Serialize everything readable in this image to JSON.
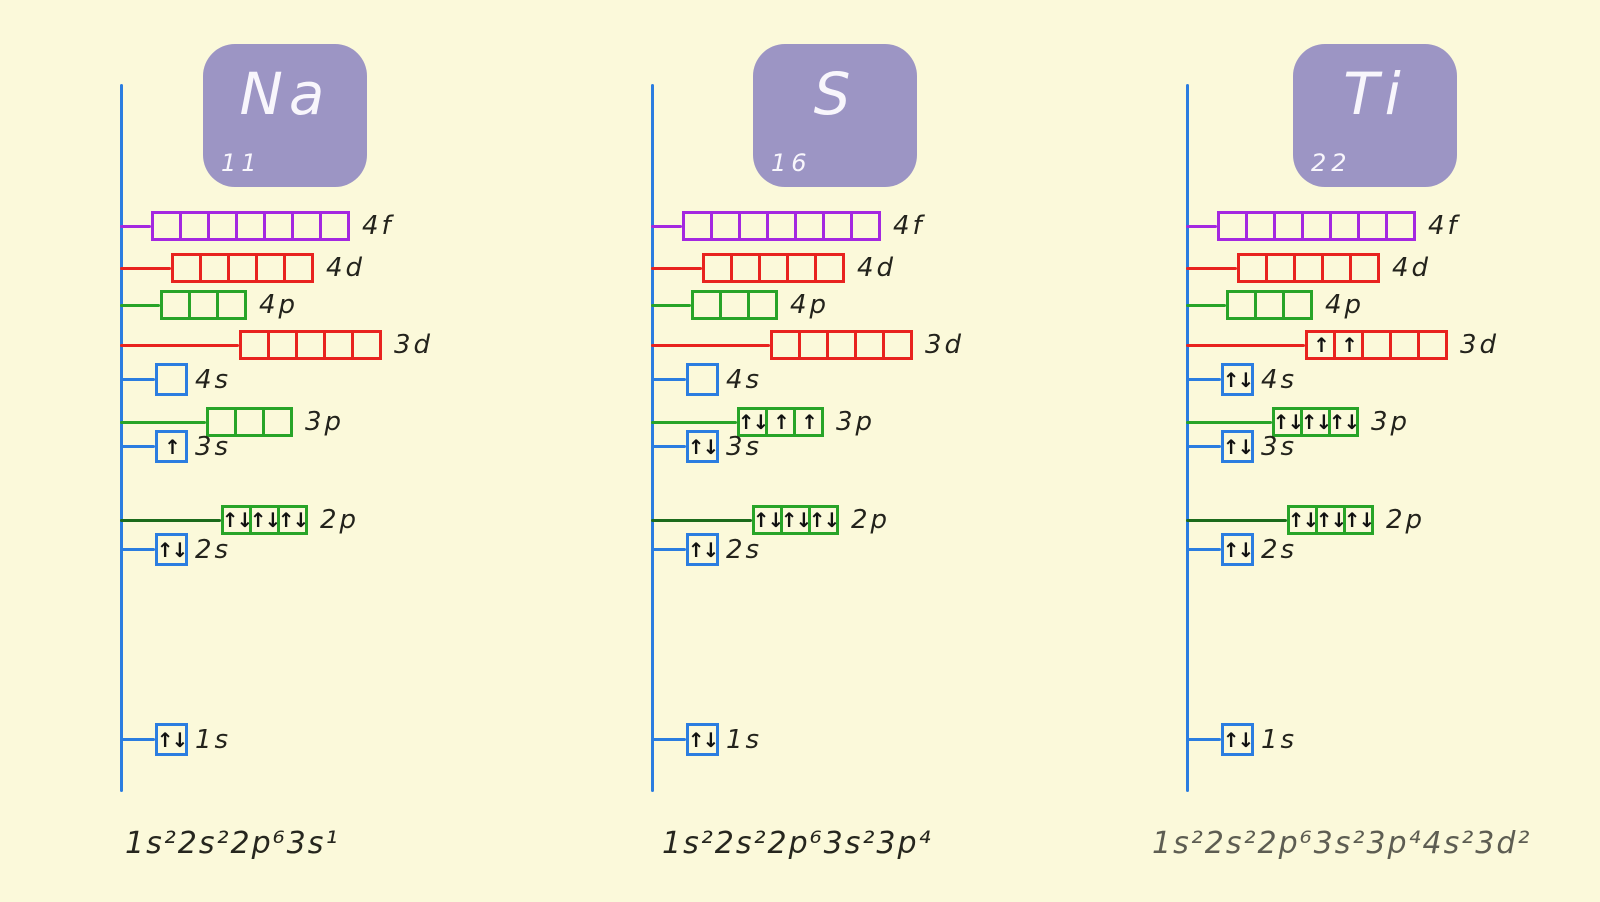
{
  "title": "Electron configuration energy level diagrams",
  "colors": {
    "background": "#FBF9DA",
    "axis_blue": "#2B7DE0",
    "s_blue": "#2B7DE0",
    "p_green": "#28A428",
    "p_dark_green": "#1B6B1B",
    "d_red": "#E8231F",
    "f_purple": "#A428E0",
    "tile_fill": "#9C95C4",
    "tile_text": "#F8F6FC",
    "label_text": "#23231C",
    "arrow_black": "#111111"
  },
  "elements": [
    {
      "symbol": "Na",
      "atomic_number": "11",
      "configuration": "1s²2s²2p⁶3s¹",
      "configuration_color": "#26261E",
      "orbitals": [
        {
          "label": "4f",
          "boxes": [
            "",
            "",
            "",
            "",
            "",
            "",
            ""
          ]
        },
        {
          "label": "4d",
          "boxes": [
            "",
            "",
            "",
            "",
            ""
          ]
        },
        {
          "label": "4p",
          "boxes": [
            "",
            "",
            ""
          ]
        },
        {
          "label": "3d",
          "boxes": [
            "",
            "",
            "",
            "",
            ""
          ]
        },
        {
          "label": "4s",
          "boxes": [
            ""
          ]
        },
        {
          "label": "3p",
          "boxes": [
            "",
            "",
            ""
          ]
        },
        {
          "label": "3s",
          "boxes": [
            "↑"
          ]
        },
        {
          "label": "2p",
          "boxes": [
            "↑↓",
            "↑↓",
            "↑↓"
          ]
        },
        {
          "label": "2s",
          "boxes": [
            "↑↓"
          ]
        },
        {
          "label": "1s",
          "boxes": [
            "↑↓"
          ]
        }
      ]
    },
    {
      "symbol": "S",
      "atomic_number": "16",
      "configuration": "1s²2s²2p⁶3s²3p⁴",
      "configuration_color": "#26261E",
      "orbitals": [
        {
          "label": "4f",
          "boxes": [
            "",
            "",
            "",
            "",
            "",
            "",
            ""
          ]
        },
        {
          "label": "4d",
          "boxes": [
            "",
            "",
            "",
            "",
            ""
          ]
        },
        {
          "label": "4p",
          "boxes": [
            "",
            "",
            ""
          ]
        },
        {
          "label": "3d",
          "boxes": [
            "",
            "",
            "",
            "",
            ""
          ]
        },
        {
          "label": "4s",
          "boxes": [
            ""
          ]
        },
        {
          "label": "3p",
          "boxes": [
            "↑↓",
            "↑",
            "↑"
          ]
        },
        {
          "label": "3s",
          "boxes": [
            "↑↓"
          ]
        },
        {
          "label": "2p",
          "boxes": [
            "↑↓",
            "↑↓",
            "↑↓"
          ]
        },
        {
          "label": "2s",
          "boxes": [
            "↑↓"
          ]
        },
        {
          "label": "1s",
          "boxes": [
            "↑↓"
          ]
        }
      ]
    },
    {
      "symbol": "Ti",
      "atomic_number": "22",
      "configuration": "1s²2s²2p⁶3s²3p⁴4s²3d²",
      "configuration_color": "#5D5D52",
      "orbitals": [
        {
          "label": "4f",
          "boxes": [
            "",
            "",
            "",
            "",
            "",
            "",
            ""
          ]
        },
        {
          "label": "4d",
          "boxes": [
            "",
            "",
            "",
            "",
            ""
          ]
        },
        {
          "label": "4p",
          "boxes": [
            "",
            "",
            ""
          ]
        },
        {
          "label": "3d",
          "boxes": [
            "↑",
            "↑",
            "",
            "",
            ""
          ]
        },
        {
          "label": "4s",
          "boxes": [
            "↑↓"
          ]
        },
        {
          "label": "3p",
          "boxes": [
            "↑↓",
            "↑↓",
            "↑↓"
          ]
        },
        {
          "label": "3s",
          "boxes": [
            "↑↓"
          ]
        },
        {
          "label": "2p",
          "boxes": [
            "↑↓",
            "↑↓",
            "↑↓"
          ]
        },
        {
          "label": "2s",
          "boxes": [
            "↑↓"
          ]
        },
        {
          "label": "1s",
          "boxes": [
            "↑↓"
          ]
        }
      ]
    }
  ]
}
